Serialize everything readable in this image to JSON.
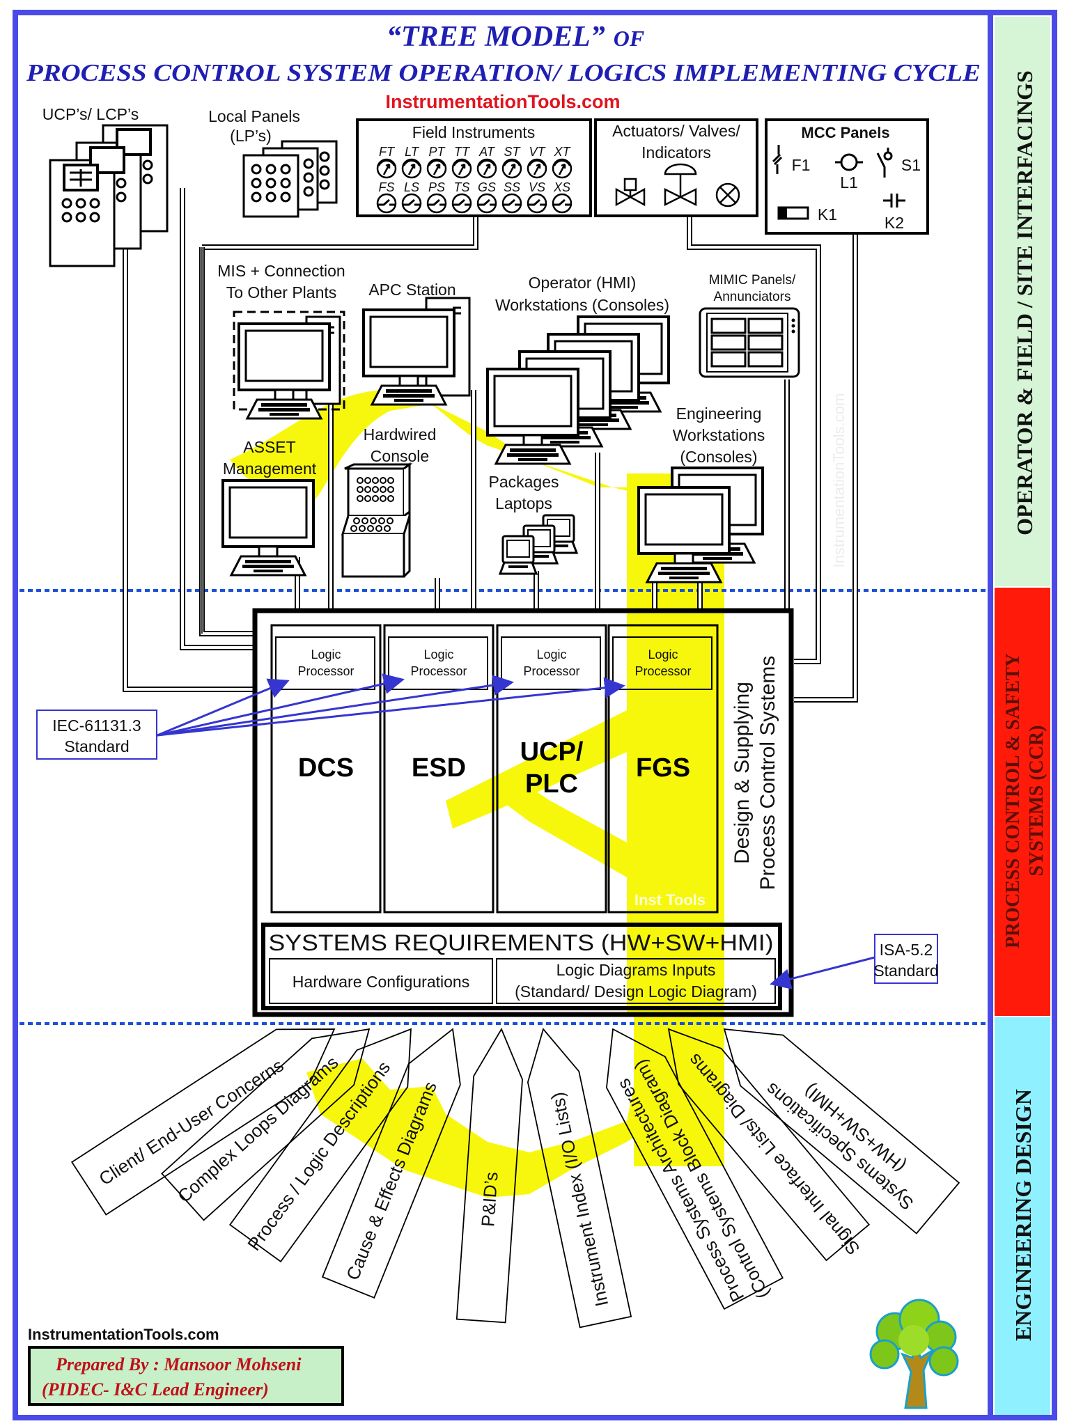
{
  "title": {
    "line1_main": "“TREE MODEL”",
    "line1_suffix": "OF",
    "line2": "PROCESS CONTROL SYSTEM OPERATION/ LOGICS IMPLEMENTING CYCLE",
    "website": "InstrumentationTools.com",
    "watermark": "InstrumentationTools.com"
  },
  "colors": {
    "title_blue": "#1f1fb4",
    "border_blue": "#4a4ae8",
    "website_red": "#e0141e",
    "highlight_yellow": "#f7f700",
    "band_green": "#d6f5d6",
    "band_red": "#ff1a0a",
    "band_cyan": "#8ff0ff",
    "credit_green": "#c8f0c8",
    "credit_red": "#c0101a",
    "dotted_blue": "#1a4fd8"
  },
  "side_bands": [
    {
      "id": "operator",
      "label": "OPERATOR &  FIELD / SITE  INTERFACINGS"
    },
    {
      "id": "ccr",
      "label_line1": "PROCESS CONTROL & SAFETY",
      "label_line2": "SYSTEMS (CCR)"
    },
    {
      "id": "design",
      "label": "ENGINEERING DESIGN"
    }
  ],
  "field": {
    "ucp_lcp": "UCP’s/  LCP’s",
    "local_panels_line1": "Local Panels",
    "local_panels_line2": "(LP’s)",
    "field_instruments": {
      "title": "Field Instruments",
      "transmitters": [
        "FT",
        "LT",
        "PT",
        "TT",
        "AT",
        "ST",
        "VT",
        "XT"
      ],
      "switches": [
        "FS",
        "LS",
        "PS",
        "TS",
        "GS",
        "SS",
        "VS",
        "XS"
      ]
    },
    "actuators": {
      "line1": "Actuators/ Valves/",
      "line2": "Indicators"
    },
    "mcc": {
      "title": "MCC Panels",
      "tags": [
        "F1",
        "L1",
        "S1",
        "K1",
        "K2"
      ]
    }
  },
  "stations": {
    "mis_line1": "MIS + Connection",
    "mis_line2": "To Other Plants",
    "apc": "APC Station",
    "operator_line1": "Operator (HMI)",
    "operator_line2": "Workstations (Consoles)",
    "mimic_line1": "MIMIC Panels/",
    "mimic_line2": "Annunciators",
    "asset_line1": "ASSET",
    "asset_line2": "Management",
    "hardwired_line1": "Hardwired",
    "hardwired_line2": "Console",
    "packages_line1": "Packages",
    "packages_line2": "Laptops",
    "engineering_line1": "Engineering",
    "engineering_line2": "Workstations",
    "engineering_line3": "(Consoles)"
  },
  "systems": {
    "columns": [
      {
        "name": "DCS",
        "processor_line1": "Logic",
        "processor_line2": "Processor"
      },
      {
        "name": "ESD",
        "processor_line1": "Logic",
        "processor_line2": "Processor"
      },
      {
        "name_line1": "UCP/",
        "name_line2": "PLC",
        "processor_line1": "Logic",
        "processor_line2": "Processor"
      },
      {
        "name": "FGS",
        "processor_line1": "Logic",
        "processor_line2": "Processor"
      }
    ],
    "inst_tools": "Inst Tools",
    "design_line1": "Design & Supplying",
    "design_line2": "Process Control Systems",
    "iec_line1": "IEC-61131.3",
    "iec_line2": "Standard",
    "requirements_title": "SYSTEMS REQUIREMENTS (HW+SW+HMI)",
    "hardware_config": "Hardware Configurations",
    "logic_inputs_line1": "Logic Diagrams Inputs",
    "logic_inputs_line2": "(Standard/ Design Logic Diagram)",
    "isa_line1": "ISA-5.2",
    "isa_line2": "Standard"
  },
  "roots": [
    {
      "line1": "Client/ End-User Concerns"
    },
    {
      "line1": "Complex Loops Diagrams"
    },
    {
      "line1": "Process / Logic Descriptions"
    },
    {
      "line1": "Cause & Effects Diagrams"
    },
    {
      "line1": "P&ID’s"
    },
    {
      "line1": "Instrument Index (I/O Lists)"
    },
    {
      "line1": "Process Systems Architectures",
      "line2": "(Control Systems Block Diagram)"
    },
    {
      "line1": "Signal Interface Lists/ Diagrams"
    },
    {
      "line1": "Systems Specifications",
      "line2": "(HW+SW+HMI)"
    }
  ],
  "footer": {
    "website": "InstrumentationTools.com",
    "prepared_by": "Prepared By : Mansoor Mohseni",
    "role": "(PIDEC- I&C Lead Engineer)"
  }
}
